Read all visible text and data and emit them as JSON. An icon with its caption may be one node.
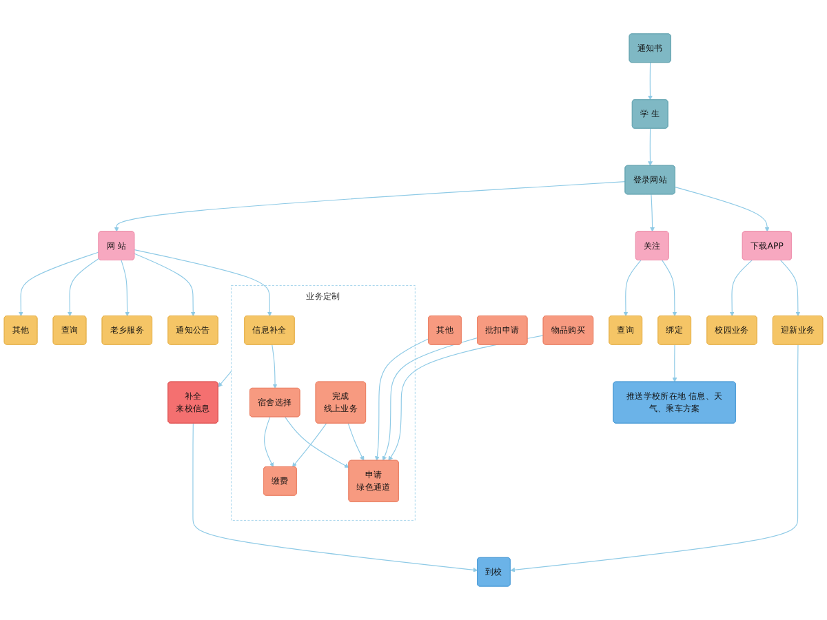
{
  "diagram": {
    "nodes": [
      {
        "text": [
          "通知书"
        ]
      },
      {
        "text": [
          "学 生"
        ]
      },
      {
        "text": [
          "登录网站"
        ]
      },
      {
        "text": [
          "下载APP"
        ]
      },
      {
        "text": [
          "关注"
        ]
      },
      {
        "text": [
          "网 站"
        ]
      },
      {
        "text": [
          "迎新业务"
        ]
      },
      {
        "text": [
          "校园业务"
        ]
      },
      {
        "text": [
          "绑定"
        ]
      },
      {
        "text": [
          "查询"
        ]
      },
      {
        "text": [
          "业务定制"
        ]
      },
      {
        "text": [
          "信息补全"
        ],
        "in": 10
      },
      {
        "text": [
          "宿舍选择"
        ],
        "in": 10
      },
      {
        "text": [
          "物品购买"
        ]
      },
      {
        "text": [
          "批扣申请"
        ]
      },
      {
        "text": [
          "其他"
        ]
      },
      {
        "text": [
          "申请",
          "绿色通道"
        ],
        "in": 10
      },
      {
        "text": [
          "缴费"
        ],
        "in": 10
      },
      {
        "text": [
          "完成",
          "线上业务"
        ],
        "in": 10
      },
      {
        "text": [
          "补全",
          "来校信息"
        ]
      },
      {
        "text": [
          "推送学校所在地 信息、天气、乘车方案"
        ]
      },
      {
        "text": [
          "到校"
        ]
      },
      {
        "text": [
          "通知公告"
        ]
      },
      {
        "text": [
          "老乡服务"
        ]
      },
      {
        "text": [
          "查询"
        ]
      },
      {
        "text": [
          "其他"
        ]
      }
    ],
    "edges": [
      {
        "from": 0,
        "to": 1,
        "arrow": "to"
      },
      {
        "from": 1,
        "to": 2,
        "arrow": "to"
      },
      {
        "from": 2,
        "to": 3,
        "arrow": "to"
      },
      {
        "from": 2,
        "to": 4,
        "arrow": "to"
      },
      {
        "from": 2,
        "to": 5,
        "arrow": "to"
      },
      {
        "from": 3,
        "to": 6,
        "arrow": "to"
      },
      {
        "from": 3,
        "to": 7,
        "arrow": "to"
      },
      {
        "from": 4,
        "to": 8,
        "arrow": "to"
      },
      {
        "from": 4,
        "to": 9,
        "arrow": "to"
      },
      {
        "from": 5,
        "to": 11,
        "arrow": "to"
      },
      {
        "from": 5,
        "to": 22,
        "arrow": "to"
      },
      {
        "from": 5,
        "to": 23,
        "arrow": "to"
      },
      {
        "from": 5,
        "to": 24,
        "arrow": "to"
      },
      {
        "from": 5,
        "to": 25,
        "arrow": "to"
      },
      {
        "from": 11,
        "to": 12,
        "arrow": "to"
      },
      {
        "from": 12,
        "to": 16,
        "arrow": "to"
      },
      {
        "from": 12,
        "to": 17,
        "arrow": "to"
      },
      {
        "from": 13,
        "to": 16,
        "arrow": "to"
      },
      {
        "from": 14,
        "to": 16,
        "arrow": "to"
      },
      {
        "from": 15,
        "to": 16,
        "arrow": "to"
      },
      {
        "from": 18,
        "to": 16,
        "arrow": "to"
      },
      {
        "from": 18,
        "to": 17,
        "arrow": "to"
      },
      {
        "from": 10,
        "to": 19,
        "arrow": "to"
      },
      {
        "from": 19,
        "to": 21,
        "arrow": "to"
      },
      {
        "from": 8,
        "to": 20,
        "arrow": "to"
      },
      {
        "from": 6,
        "to": 21,
        "arrow": "to"
      }
    ]
  }
}
